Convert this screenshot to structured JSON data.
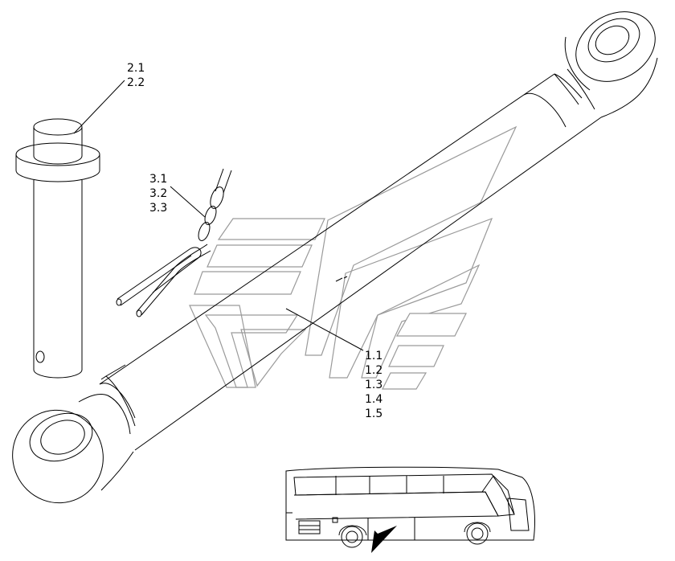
{
  "callouts": {
    "pin": [
      "2.1",
      "2.2"
    ],
    "clip": [
      "3.1",
      "3.2",
      "3.3"
    ],
    "rod": [
      "1.1",
      "1.2",
      "1.3",
      "1.4",
      "1.5"
    ]
  },
  "colors": {
    "ink": "#000000",
    "watermark": "#9a9a9a",
    "background": "#ffffff"
  },
  "icons": {
    "location_marker": "arrow-marker-icon",
    "vehicle": "bus-outline-icon"
  }
}
